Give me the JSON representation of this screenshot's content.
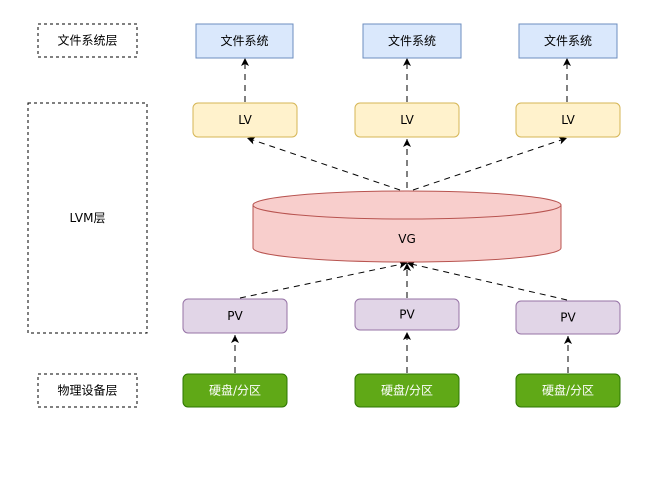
{
  "layers": {
    "fs_layer": "文件系统层",
    "lvm_layer": "LVM层",
    "device_layer": "物理设备层"
  },
  "filesystems": [
    "文件系统",
    "文件系统",
    "文件系统"
  ],
  "lvs": [
    "LV",
    "LV",
    "LV"
  ],
  "vg": "VG",
  "pvs": [
    "PV",
    "PV",
    "PV"
  ],
  "disks": [
    "硬盘/分区",
    "硬盘/分区",
    "硬盘/分区"
  ],
  "colors": {
    "fs_fill": "#dae8fc",
    "fs_stroke": "#6c8ebf",
    "lv_fill": "#fff2cc",
    "lv_stroke": "#d6b656",
    "vg_fill": "#f8cecc",
    "vg_stroke": "#b85450",
    "pv_fill": "#e1d5e7",
    "pv_stroke": "#9673a6",
    "disk_fill": "#60a917",
    "disk_stroke": "#2d7600"
  }
}
